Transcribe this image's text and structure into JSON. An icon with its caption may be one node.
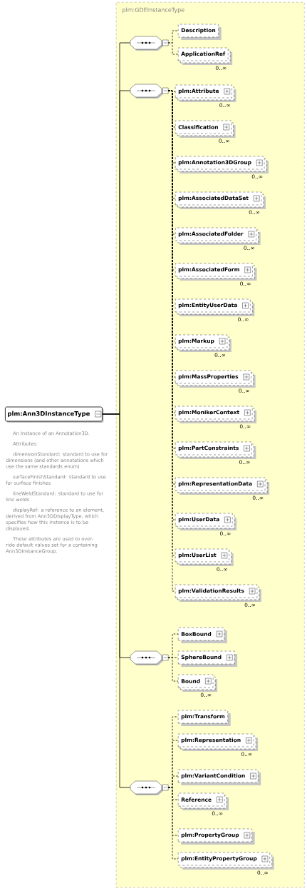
{
  "diagram": {
    "nodes": [
      {
        "text": [
          "plm:Ann3DInstanceType"
        ],
        "beside": [
          "An Instance of an Annotation3D.",
          "Attributes:",
          "dimensionStandard: standard to use for dimensions (and other annotations which use the same standards enum)",
          "surfaceFinishStandard: standard to use for surface finishes",
          "lineWeldStandard: standard to use for line welds",
          "displayRef: a reference to an element, derived from Ann3DDisplayType, which specifies how this instance is to be displayed.",
          "These attributes are used to over-ride default values set for a containing Ann3DInstanceGroup."
        ]
      },
      {
        "text": [
          "plm:GDEInstanceType"
        ]
      },
      {
        "text": [],
        "shape": "octagon",
        "in": 1
      },
      {
        "text": [
          "Description"
        ],
        "in": 1
      },
      {
        "text": [
          "ApplicationRef"
        ],
        "beside": [
          "0..∞"
        ],
        "in": 1
      },
      {
        "text": [],
        "shape": "octagon",
        "in": 1
      },
      {
        "text": [
          "plm:Attribute"
        ],
        "beside": [
          "0..∞"
        ],
        "in": 1
      },
      {
        "text": [
          "Classification"
        ],
        "beside": [
          "0..∞"
        ],
        "in": 1
      },
      {
        "text": [
          "plm:Annotation3DGroup"
        ],
        "beside": [
          "0..∞"
        ],
        "in": 1
      },
      {
        "text": [
          "plm:AssociatedDataSet"
        ],
        "beside": [
          "0..∞"
        ],
        "in": 1
      },
      {
        "text": [
          "plm:AssociatedFolder"
        ],
        "beside": [
          "0..∞"
        ],
        "in": 1
      },
      {
        "text": [
          "plm:AssociatedForm"
        ],
        "beside": [
          "0..∞"
        ],
        "in": 1
      },
      {
        "text": [
          "plm:EntityUserData"
        ],
        "beside": [
          "0..∞"
        ],
        "in": 1
      },
      {
        "text": [
          "plm:Markup"
        ],
        "beside": [
          "0..∞"
        ],
        "in": 1
      },
      {
        "text": [
          "plm:MassProperties"
        ],
        "beside": [
          "0..∞"
        ],
        "in": 1
      },
      {
        "text": [
          "plm:MonikerContext"
        ],
        "beside": [
          "0..∞"
        ],
        "in": 1
      },
      {
        "text": [
          "plm:PartConstraints"
        ],
        "beside": [
          "0..∞"
        ],
        "in": 1
      },
      {
        "text": [
          "plm:RepresentationData"
        ],
        "beside": [
          "0..∞"
        ],
        "in": 1
      },
      {
        "text": [
          "plm:UserData"
        ],
        "beside": [
          "0..∞"
        ],
        "in": 1
      },
      {
        "text": [
          "plm:UserList"
        ],
        "beside": [
          "0..∞"
        ],
        "in": 1
      },
      {
        "text": [
          "plm:ValidationResults"
        ],
        "beside": [
          "0..∞"
        ],
        "in": 1
      },
      {
        "text": [],
        "shape": "octagon",
        "in": 1
      },
      {
        "text": [
          "BoxBound"
        ],
        "in": 1
      },
      {
        "text": [
          "SphereBound"
        ],
        "in": 1
      },
      {
        "text": [
          "Bound"
        ],
        "beside": [
          "0..∞"
        ],
        "in": 1
      },
      {
        "text": [],
        "shape": "octagon",
        "in": 1
      },
      {
        "text": [
          "plm:Transform"
        ],
        "in": 1
      },
      {
        "text": [
          "plm:Representation"
        ],
        "beside": [
          "0..∞"
        ],
        "in": 1
      },
      {
        "text": [
          "plm:VariantCondition"
        ],
        "in": 1
      },
      {
        "text": [
          "Reference"
        ],
        "beside": [
          "0..∞"
        ],
        "in": 1
      },
      {
        "text": [
          "plm:PropertyGroup"
        ],
        "in": 1
      },
      {
        "text": [
          "plm:EntityPropertyGroup"
        ],
        "beside": [
          "0..∞"
        ],
        "in": 1
      }
    ],
    "edges": [
      {
        "from": 0,
        "to": 2,
        "arrow": "none"
      },
      {
        "from": 0,
        "to": 5,
        "arrow": "none"
      },
      {
        "from": 0,
        "to": 21,
        "arrow": "none"
      },
      {
        "from": 0,
        "to": 25,
        "arrow": "none"
      },
      {
        "from": 2,
        "to": 3,
        "arrow": "none",
        "style": "dashed"
      },
      {
        "from": 2,
        "to": 4,
        "arrow": "none",
        "style": "dashed"
      },
      {
        "from": 5,
        "to": 6,
        "arrow": "none",
        "style": "dashed"
      },
      {
        "from": 5,
        "to": 7,
        "arrow": "none",
        "style": "dashed"
      },
      {
        "from": 5,
        "to": 8,
        "arrow": "none",
        "style": "dashed"
      },
      {
        "from": 5,
        "to": 9,
        "arrow": "none",
        "style": "dashed"
      },
      {
        "from": 5,
        "to": 10,
        "arrow": "none",
        "style": "dashed"
      },
      {
        "from": 5,
        "to": 11,
        "arrow": "none",
        "style": "dashed"
      },
      {
        "from": 5,
        "to": 12,
        "arrow": "none",
        "style": "dashed"
      },
      {
        "from": 5,
        "to": 13,
        "arrow": "none",
        "style": "dashed"
      },
      {
        "from": 5,
        "to": 14,
        "arrow": "none",
        "style": "dashed"
      },
      {
        "from": 5,
        "to": 15,
        "arrow": "none",
        "style": "dashed"
      },
      {
        "from": 5,
        "to": 16,
        "arrow": "none",
        "style": "dashed"
      },
      {
        "from": 5,
        "to": 17,
        "arrow": "none",
        "style": "dashed"
      },
      {
        "from": 5,
        "to": 18,
        "arrow": "none",
        "style": "dashed"
      },
      {
        "from": 5,
        "to": 19,
        "arrow": "none",
        "style": "dashed"
      },
      {
        "from": 5,
        "to": 20,
        "arrow": "none",
        "style": "dashed"
      },
      {
        "from": 21,
        "to": 22,
        "arrow": "none",
        "style": "dashed"
      },
      {
        "from": 21,
        "to": 23,
        "arrow": "none",
        "style": "dashed"
      },
      {
        "from": 21,
        "to": 24,
        "arrow": "none",
        "style": "dashed"
      },
      {
        "from": 25,
        "to": 26,
        "arrow": "none",
        "style": "dashed"
      },
      {
        "from": 25,
        "to": 27,
        "arrow": "none",
        "style": "dashed"
      },
      {
        "from": 25,
        "to": 28,
        "arrow": "none",
        "style": "dashed"
      },
      {
        "from": 25,
        "to": 29,
        "arrow": "none",
        "style": "dashed"
      },
      {
        "from": 25,
        "to": 30,
        "arrow": "none",
        "style": "dashed"
      },
      {
        "from": 25,
        "to": 31,
        "arrow": "none",
        "style": "dashed"
      }
    ]
  }
}
